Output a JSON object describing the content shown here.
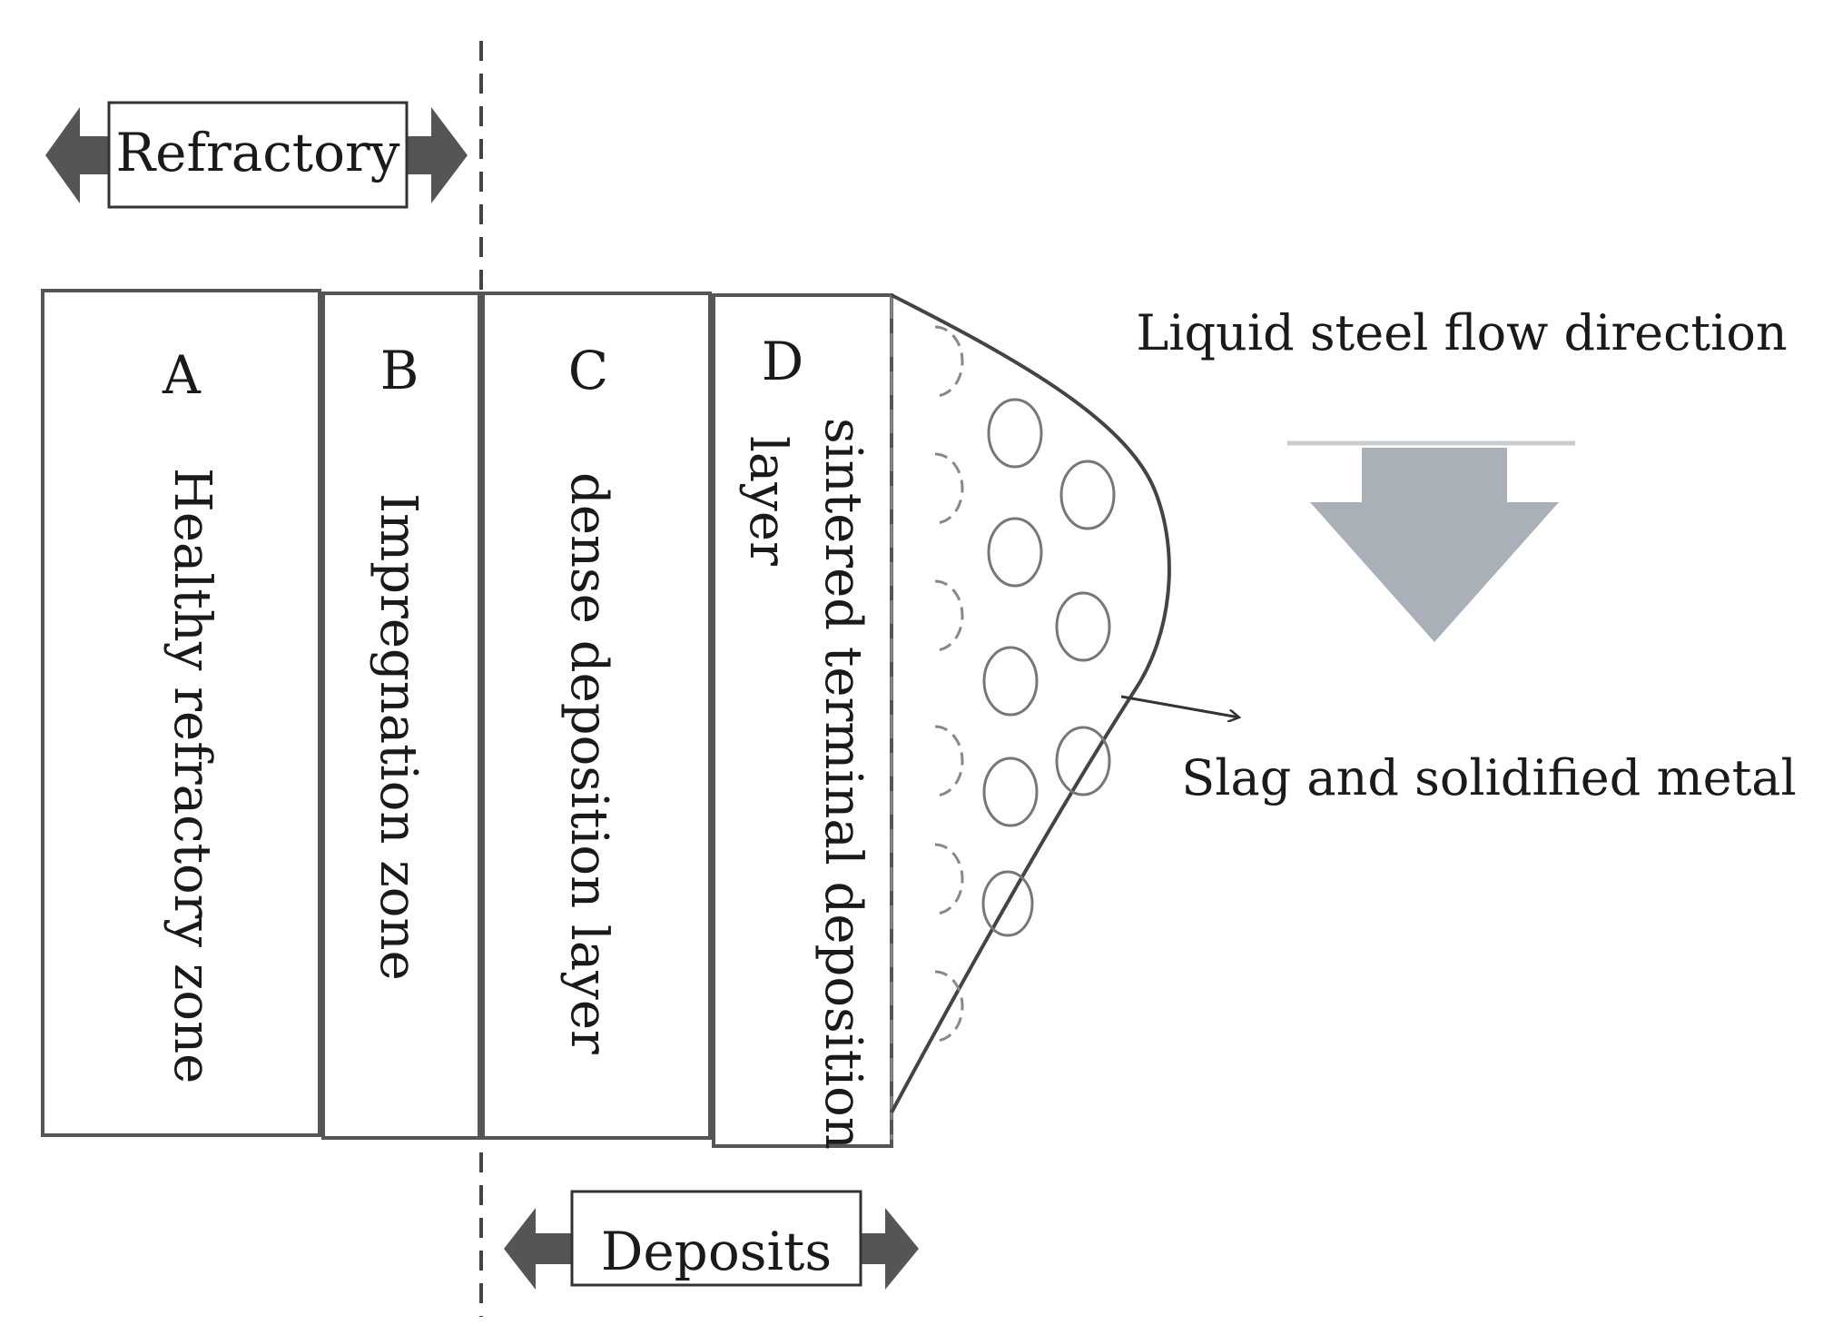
{
  "labels": {
    "refractory": "Refractory",
    "deposits": "Deposits",
    "flow_direction": "Liquid steel flow direction",
    "slag": "Slag and solidified metal"
  },
  "zones": [
    {
      "letter": "A",
      "name": "Healthy refractory zone"
    },
    {
      "letter": "B",
      "name": "Impregnation zone"
    },
    {
      "letter": "C",
      "name": "dense deposition layer"
    },
    {
      "letter": "D",
      "name": "sintered terminal deposition",
      "name_line2": "layer"
    }
  ],
  "icons": {
    "refractory_arrow": "double-arrow-icon",
    "deposits_arrow": "double-arrow-icon",
    "flow_arrow": "down-arrow-icon",
    "slag_pointer": "pointer-arrow-icon"
  },
  "colors": {
    "line": "#555555",
    "arrow_fill": "#555555",
    "flow_arrow": "#a9b0b8",
    "text": "#1a1a1a"
  }
}
